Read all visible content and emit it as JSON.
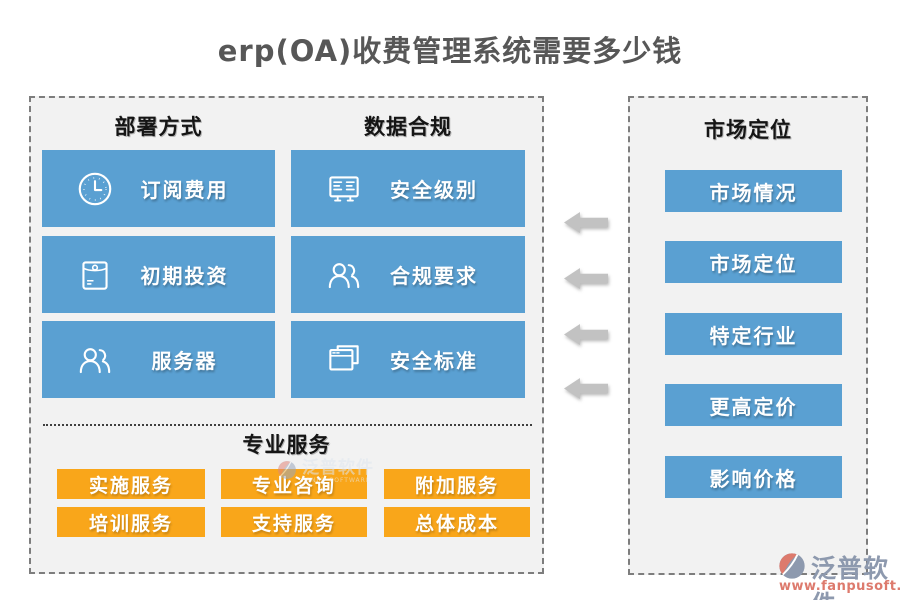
{
  "title": "erp(OA)收费管理系统需要多少钱",
  "left_panel": {
    "columns": [
      {
        "header": "部署方式",
        "items": [
          {
            "label": "订阅费用",
            "icon": "clock-icon"
          },
          {
            "label": "初期投资",
            "icon": "envelope-icon"
          },
          {
            "label": "服务器",
            "icon": "users-icon"
          }
        ]
      },
      {
        "header": "数据合规",
        "items": [
          {
            "label": "安全级别",
            "icon": "checklist-board-icon"
          },
          {
            "label": "合规要求",
            "icon": "users-icon"
          },
          {
            "label": "安全标准",
            "icon": "windows-icon"
          }
        ]
      }
    ],
    "services": {
      "header": "专业服务",
      "items": [
        "实施服务",
        "专业咨询",
        "附加服务",
        "培训服务",
        "支持服务",
        "总体成本"
      ]
    }
  },
  "right_panel": {
    "header": "市场定位",
    "items": [
      "市场情况",
      "市场定位",
      "特定行业",
      "更高定价",
      "影响价格"
    ]
  },
  "arrows": {
    "count": 4,
    "direction": "left"
  },
  "watermark": {
    "name": "泛普软件",
    "subname": "FANPU SOFTWARE"
  },
  "logo": {
    "name": "泛普软件",
    "url": "www.fanpusoft.com"
  },
  "colors": {
    "blue": "#5aa0d2",
    "orange": "#f9a61a",
    "arrow_gray": "#c2c2c2",
    "panel_bg": "#f2f2f2",
    "border_gray": "#7d7d7d",
    "title_text": "#575757",
    "logo_text": "#8d99ae",
    "logo_url": "#dd7a6d"
  }
}
